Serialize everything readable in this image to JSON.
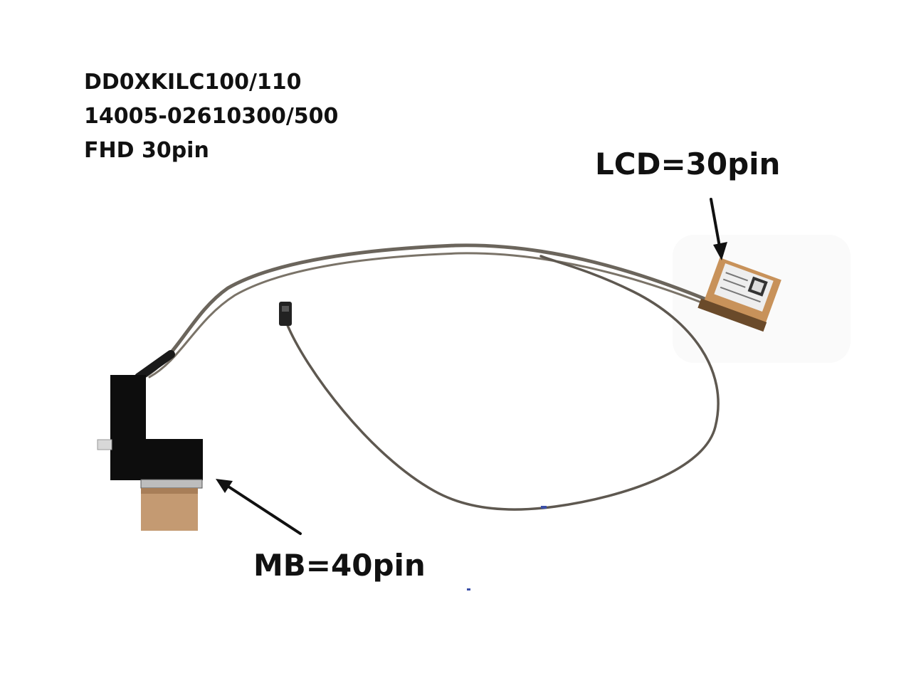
{
  "spec_text": {
    "part_number": "DD0XKILC100/110",
    "alt_part_number": "14005-02610300/500",
    "panel_spec": "FHD 30pin"
  },
  "callouts": {
    "lcd_label": "LCD=30pin",
    "mb_label": "MB=40pin"
  },
  "colors": {
    "text": "#111111",
    "cable": "#6b655c",
    "tape": "#0d0d0d",
    "copper_foil": "#c49a72",
    "background": "#ffffff"
  }
}
